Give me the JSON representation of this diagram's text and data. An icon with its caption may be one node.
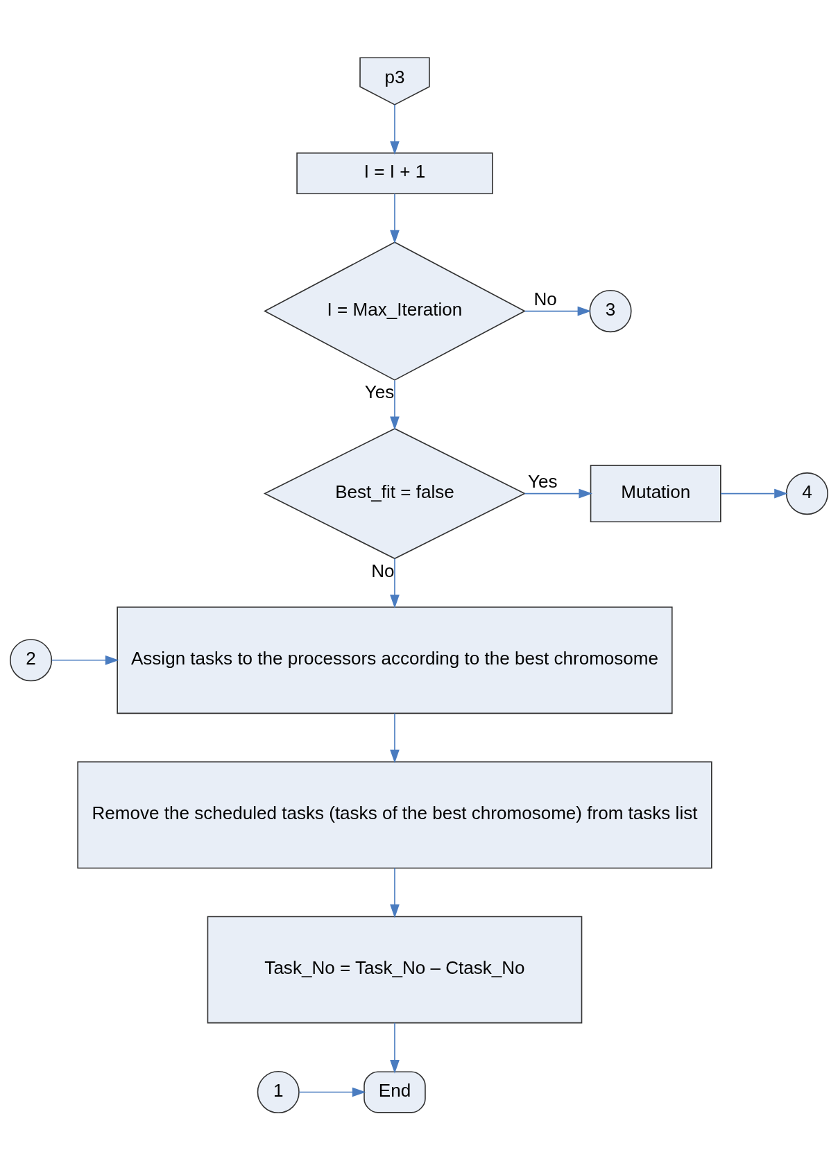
{
  "diagram": {
    "nodes": [
      {
        "text": [
          "p3"
        ]
      },
      {
        "text": [
          "I = I + 1"
        ]
      },
      {
        "text": [
          "I = Max_Iteration"
        ]
      },
      {
        "text": [
          "3"
        ]
      },
      {
        "text": [
          "Best_fit = false"
        ]
      },
      {
        "text": [
          "Mutation"
        ]
      },
      {
        "text": [
          "4"
        ]
      },
      {
        "text": [
          "Assign tasks to the processors according to the best chromosome"
        ]
      },
      {
        "text": [
          "2"
        ]
      },
      {
        "text": [
          "Remove the scheduled tasks (tasks of the best chromosome) from tasks list"
        ]
      },
      {
        "text": [
          "Task_No = Task_No – Ctask_No"
        ]
      },
      {
        "text": [
          "End"
        ]
      },
      {
        "text": [
          "1"
        ]
      }
    ],
    "edges": [
      {
        "from": 0,
        "to": 1,
        "arrow": "to"
      },
      {
        "from": 1,
        "to": 2,
        "arrow": "to"
      },
      {
        "from": 2,
        "to": 3,
        "arrow": "to",
        "label": "No"
      },
      {
        "from": 2,
        "to": 4,
        "arrow": "to",
        "label": "Yes"
      },
      {
        "from": 4,
        "to": 5,
        "arrow": "to",
        "label": "Yes"
      },
      {
        "from": 5,
        "to": 6,
        "arrow": "to"
      },
      {
        "from": 4,
        "to": 7,
        "arrow": "to",
        "label": "No"
      },
      {
        "from": 8,
        "to": 7,
        "arrow": "to"
      },
      {
        "from": 7,
        "to": 9,
        "arrow": "to"
      },
      {
        "from": 9,
        "to": 10,
        "arrow": "to"
      },
      {
        "from": 10,
        "to": 11,
        "arrow": "to"
      },
      {
        "from": 12,
        "to": 11,
        "arrow": "to"
      }
    ]
  }
}
